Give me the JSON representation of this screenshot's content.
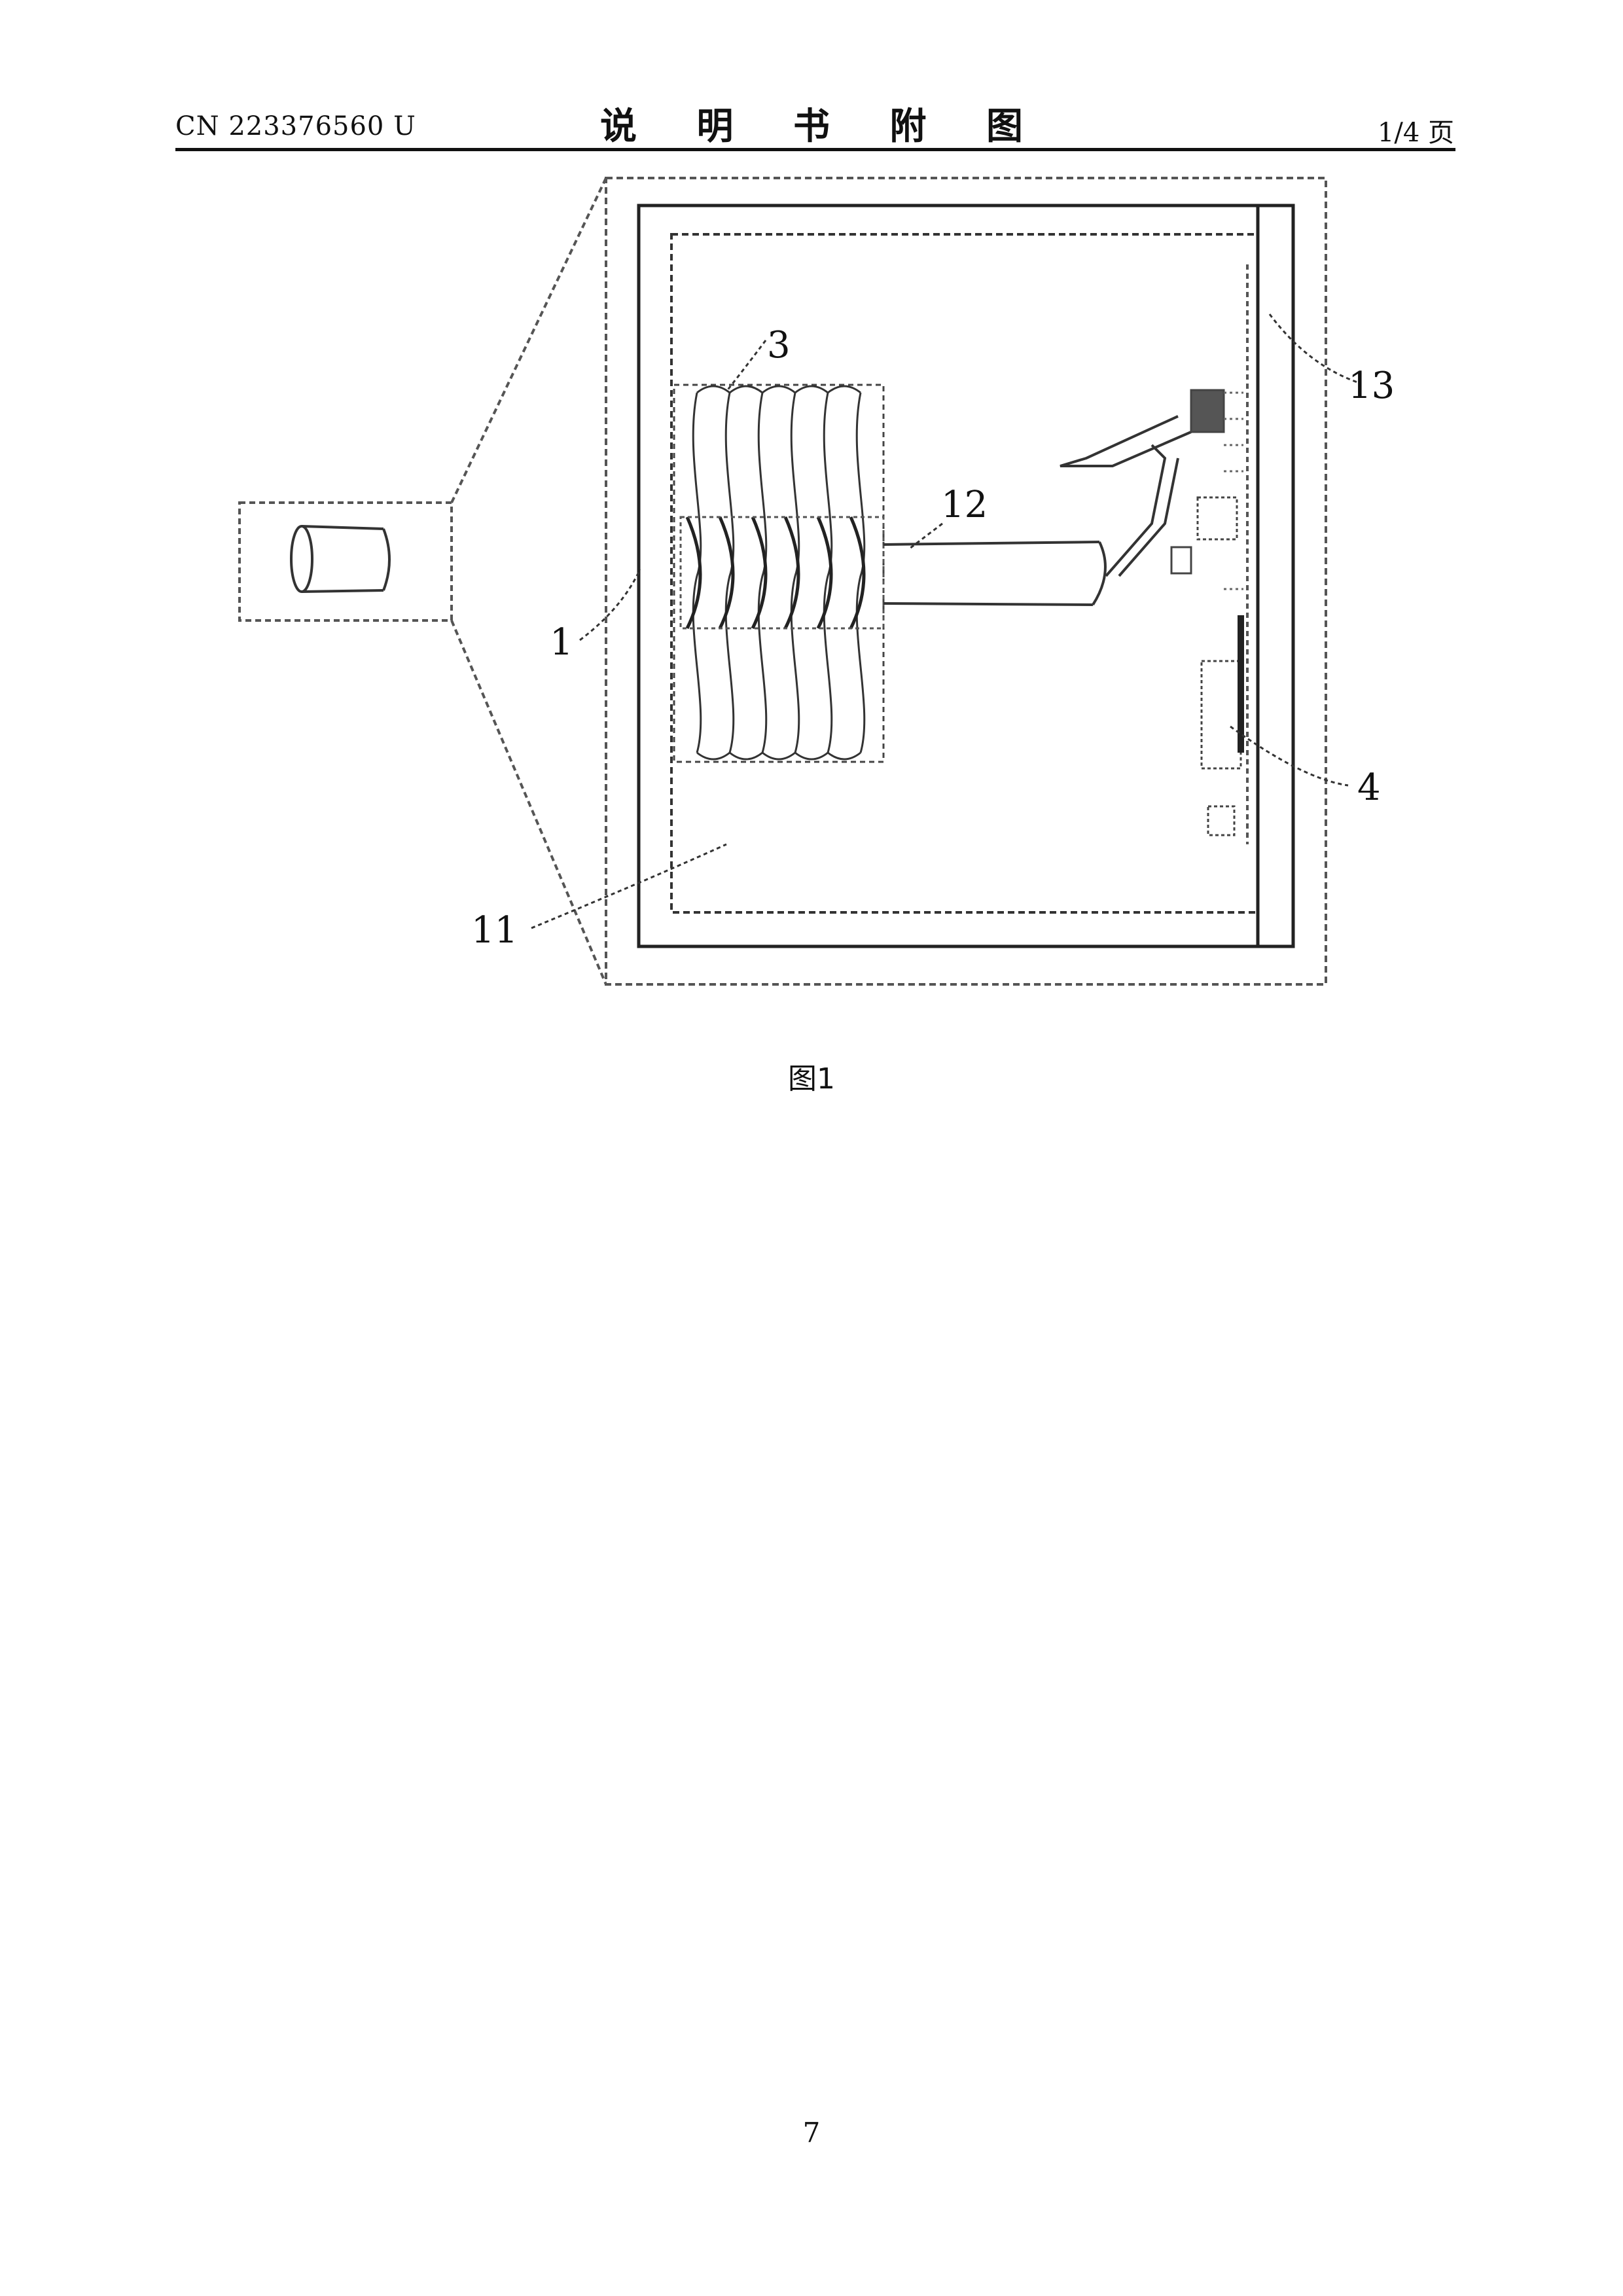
{
  "header": {
    "doc_number": "CN 223376560 U",
    "title": "说 明 书 附 图",
    "page_of": "1/4 页"
  },
  "figure": {
    "caption": "图1",
    "reference_labels": {
      "label_1": "1",
      "label_3": "3",
      "label_4": "4",
      "label_11": "11",
      "label_12": "12",
      "label_13": "13"
    }
  },
  "footer": {
    "page_number": "7"
  }
}
